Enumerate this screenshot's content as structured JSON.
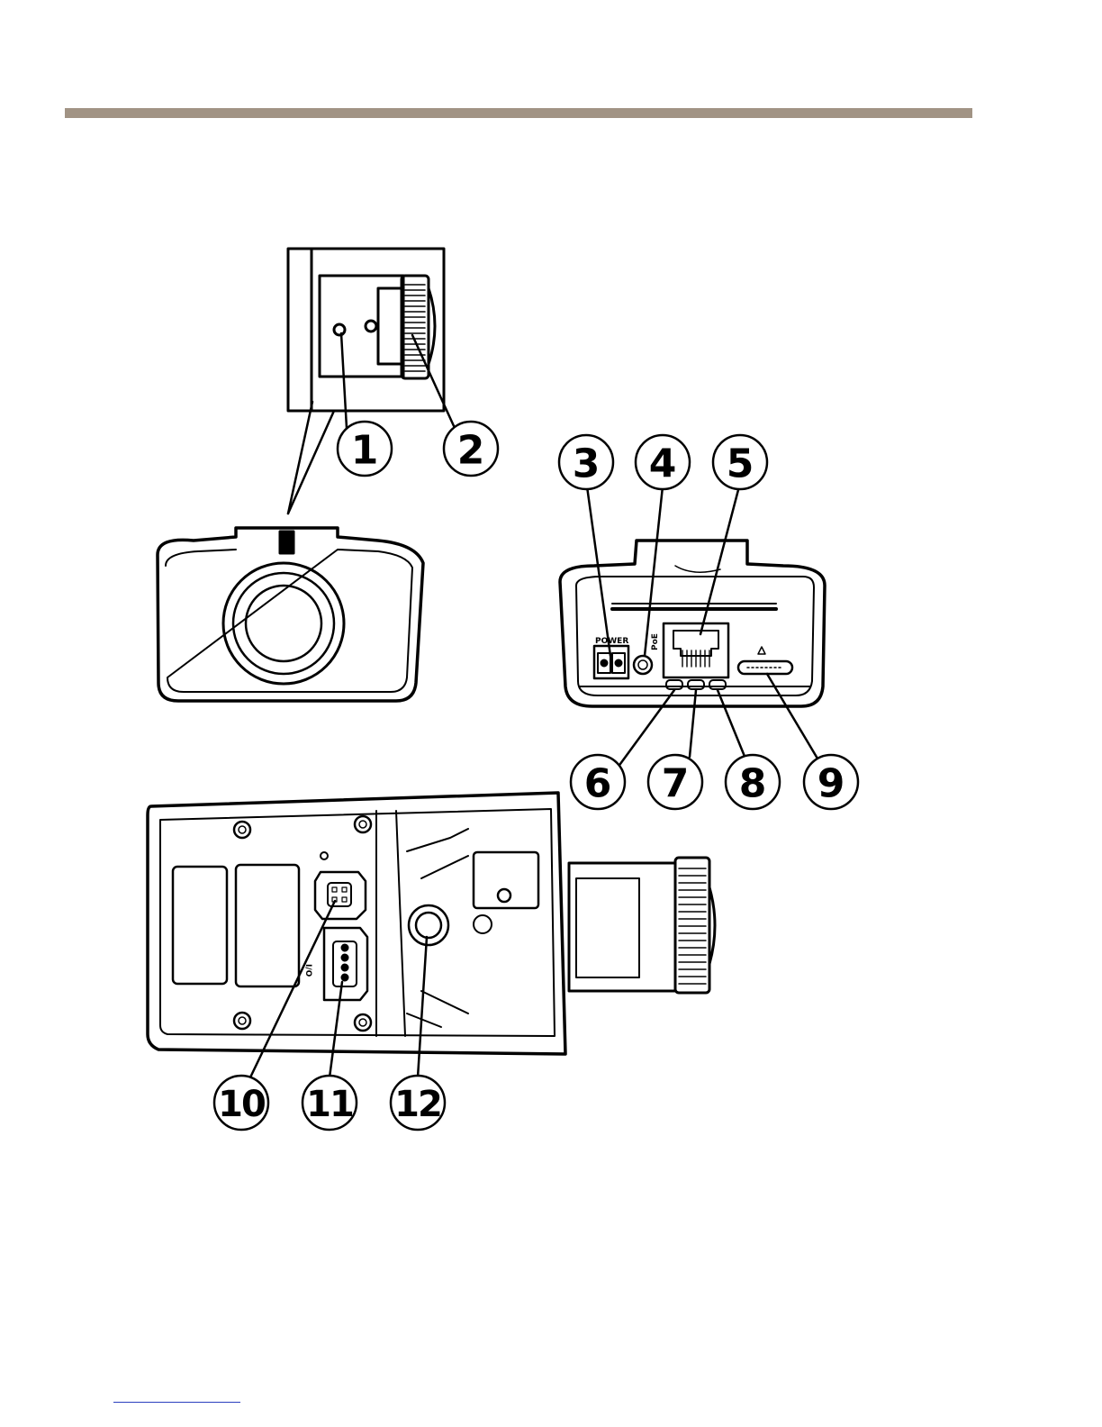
{
  "colors": {
    "header_rule": "#a19384",
    "footer_link_rule": "#2b3fbf",
    "line": "#000000",
    "background": "#ffffff"
  },
  "labels": {
    "power": "POWER",
    "poe": "PoE",
    "io": "I/O"
  },
  "callouts": [
    "1",
    "2",
    "3",
    "4",
    "5",
    "6",
    "7",
    "8",
    "9",
    "10",
    "11",
    "12"
  ]
}
